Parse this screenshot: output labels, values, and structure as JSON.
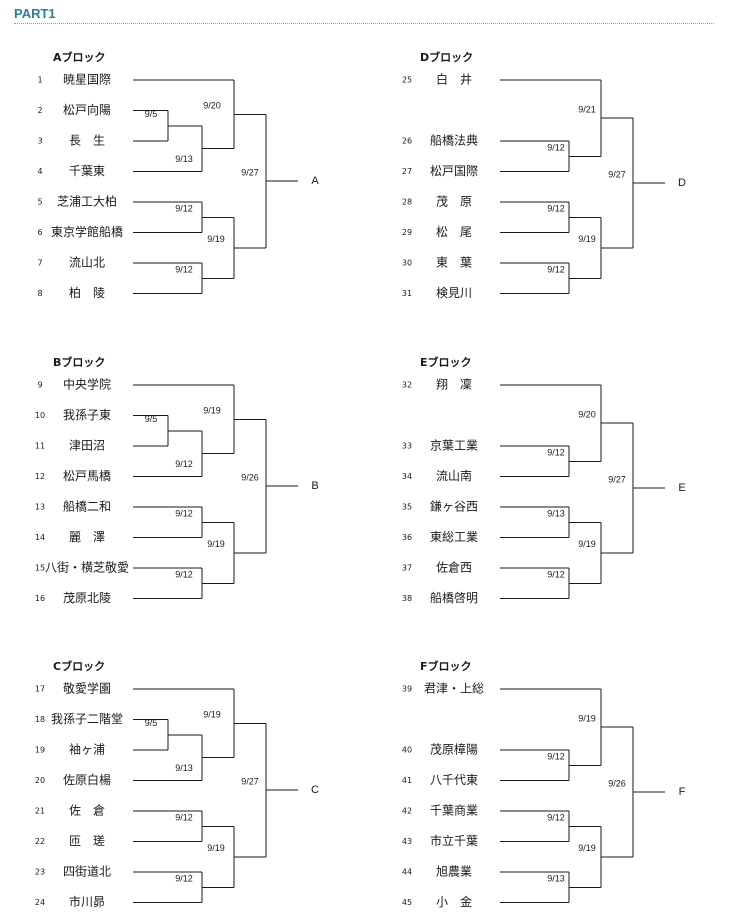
{
  "page": {
    "section_title": "PART1"
  },
  "blocks": [
    {
      "title": "Aブロック",
      "winner": "A",
      "teams": [
        {
          "no": "1",
          "name": "暁星国際"
        },
        {
          "no": "2",
          "name": "松戸向陽"
        },
        {
          "no": "3",
          "name": "長　生"
        },
        {
          "no": "4",
          "name": "千葉東"
        },
        {
          "no": "5",
          "name": "芝浦工大柏"
        },
        {
          "no": "6",
          "name": "東京学館船橋"
        },
        {
          "no": "7",
          "name": "流山北"
        },
        {
          "no": "8",
          "name": "柏　陵"
        }
      ],
      "pre": "9/5",
      "r1": [
        "9/13",
        "9/12",
        "9/12"
      ],
      "r2": [
        "9/20",
        "9/19"
      ],
      "final": "9/27"
    },
    {
      "title": "Bブロック",
      "winner": "B",
      "teams": [
        {
          "no": "9",
          "name": "中央学院"
        },
        {
          "no": "10",
          "name": "我孫子東"
        },
        {
          "no": "11",
          "name": "津田沼"
        },
        {
          "no": "12",
          "name": "松戸馬橋"
        },
        {
          "no": "13",
          "name": "船橋二和"
        },
        {
          "no": "14",
          "name": "麗　澤"
        },
        {
          "no": "15",
          "name": "八街・横芝敬愛"
        },
        {
          "no": "16",
          "name": "茂原北陵"
        }
      ],
      "pre": "9/5",
      "r1": [
        "9/12",
        "9/12",
        "9/12"
      ],
      "r2": [
        "9/19",
        "9/19"
      ],
      "final": "9/26"
    },
    {
      "title": "Cブロック",
      "winner": "C",
      "teams": [
        {
          "no": "17",
          "name": "敬愛学園"
        },
        {
          "no": "18",
          "name": "我孫子二階堂"
        },
        {
          "no": "19",
          "name": "袖ヶ浦"
        },
        {
          "no": "20",
          "name": "佐原白楊"
        },
        {
          "no": "21",
          "name": "佐　倉"
        },
        {
          "no": "22",
          "name": "匝　瑳"
        },
        {
          "no": "23",
          "name": "四街道北"
        },
        {
          "no": "24",
          "name": "市川昴"
        }
      ],
      "pre": "9/5",
      "r1": [
        "9/13",
        "9/12",
        "9/12"
      ],
      "r2": [
        "9/19",
        "9/19"
      ],
      "final": "9/27"
    },
    {
      "title": "Dブロック",
      "winner": "D",
      "teams": [
        {
          "no": "25",
          "name": "白　井"
        },
        {
          "no": "26",
          "name": "船橋法典"
        },
        {
          "no": "27",
          "name": "松戸国際"
        },
        {
          "no": "28",
          "name": "茂　原"
        },
        {
          "no": "29",
          "name": "松　尾"
        },
        {
          "no": "30",
          "name": "東　葉"
        },
        {
          "no": "31",
          "name": "検見川"
        }
      ],
      "r1": [
        "9/12",
        "9/12",
        "9/12"
      ],
      "r2": [
        "9/21",
        "9/19"
      ],
      "final": "9/27"
    },
    {
      "title": "Eブロック",
      "winner": "E",
      "teams": [
        {
          "no": "32",
          "name": "翔　凜"
        },
        {
          "no": "33",
          "name": "京葉工業"
        },
        {
          "no": "34",
          "name": "流山南"
        },
        {
          "no": "35",
          "name": "鎌ヶ谷西"
        },
        {
          "no": "36",
          "name": "東総工業"
        },
        {
          "no": "37",
          "name": "佐倉西"
        },
        {
          "no": "38",
          "name": "船橋啓明"
        }
      ],
      "r1": [
        "9/12",
        "9/13",
        "9/12"
      ],
      "r2": [
        "9/20",
        "9/19"
      ],
      "final": "9/27"
    },
    {
      "title": "Fブロック",
      "winner": "F",
      "teams": [
        {
          "no": "39",
          "name": "君津・上総"
        },
        {
          "no": "40",
          "name": "茂原樟陽"
        },
        {
          "no": "41",
          "name": "八千代東"
        },
        {
          "no": "42",
          "name": "千葉商業"
        },
        {
          "no": "43",
          "name": "市立千葉"
        },
        {
          "no": "44",
          "name": "旭農業"
        },
        {
          "no": "45",
          "name": "小　金"
        }
      ],
      "r1": [
        "9/12",
        "9/12",
        "9/13"
      ],
      "r2": [
        "9/19",
        "9/19"
      ],
      "final": "9/26"
    }
  ]
}
